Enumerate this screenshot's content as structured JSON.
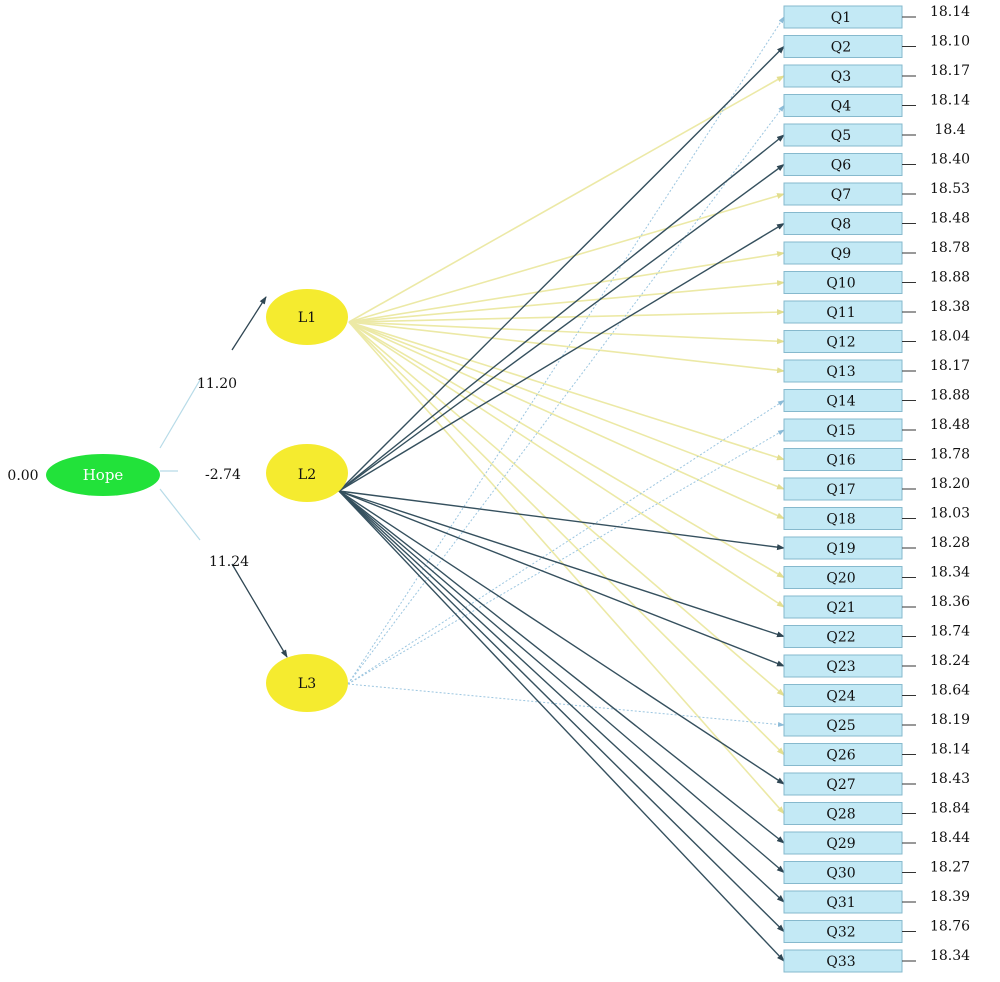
{
  "root": {
    "label": "Hope",
    "value": "0.00",
    "color": "#22e23a"
  },
  "latents": [
    {
      "id": "L1",
      "label": "L1",
      "color": "#f5eb2f"
    },
    {
      "id": "L2",
      "label": "L2",
      "color": "#f5eb2f"
    },
    {
      "id": "L3",
      "label": "L3",
      "color": "#f5eb2f"
    }
  ],
  "root_paths": [
    {
      "to": "L1",
      "coefficient": "11.20",
      "arrow": true
    },
    {
      "to": "L2",
      "coefficient": "-2.74",
      "arrow": false
    },
    {
      "to": "L3",
      "coefficient": "11.24",
      "arrow": true
    }
  ],
  "items": [
    {
      "label": "Q1",
      "value": "18.14",
      "factor": "L3"
    },
    {
      "label": "Q2",
      "value": "18.10",
      "factor": "L2"
    },
    {
      "label": "Q3",
      "value": "18.17",
      "factor": "L1"
    },
    {
      "label": "Q4",
      "value": "18.14",
      "factor": "L3"
    },
    {
      "label": "Q5",
      "value": "18.4",
      "factor": "L2"
    },
    {
      "label": "Q6",
      "value": "18.40",
      "factor": "L2"
    },
    {
      "label": "Q7",
      "value": "18.53",
      "factor": "L1"
    },
    {
      "label": "Q8",
      "value": "18.48",
      "factor": "L2"
    },
    {
      "label": "Q9",
      "value": "18.78",
      "factor": "L1"
    },
    {
      "label": "Q10",
      "value": "18.88",
      "factor": "L1"
    },
    {
      "label": "Q11",
      "value": "18.38",
      "factor": "L1"
    },
    {
      "label": "Q12",
      "value": "18.04",
      "factor": "L1"
    },
    {
      "label": "Q13",
      "value": "18.17",
      "factor": "L1"
    },
    {
      "label": "Q14",
      "value": "18.88",
      "factor": "L3"
    },
    {
      "label": "Q15",
      "value": "18.48",
      "factor": "L3"
    },
    {
      "label": "Q16",
      "value": "18.78",
      "factor": "L1"
    },
    {
      "label": "Q17",
      "value": "18.20",
      "factor": "L1"
    },
    {
      "label": "Q18",
      "value": "18.03",
      "factor": "L1"
    },
    {
      "label": "Q19",
      "value": "18.28",
      "factor": "L2"
    },
    {
      "label": "Q20",
      "value": "18.34",
      "factor": "L1"
    },
    {
      "label": "Q21",
      "value": "18.36",
      "factor": "L1"
    },
    {
      "label": "Q22",
      "value": "18.74",
      "factor": "L2"
    },
    {
      "label": "Q23",
      "value": "18.24",
      "factor": "L2"
    },
    {
      "label": "Q24",
      "value": "18.64",
      "factor": "L1"
    },
    {
      "label": "Q25",
      "value": "18.19",
      "factor": "L3"
    },
    {
      "label": "Q26",
      "value": "18.14",
      "factor": "L1"
    },
    {
      "label": "Q27",
      "value": "18.43",
      "factor": "L2"
    },
    {
      "label": "Q28",
      "value": "18.84",
      "factor": "L1"
    },
    {
      "label": "Q29",
      "value": "18.44",
      "factor": "L2"
    },
    {
      "label": "Q30",
      "value": "18.27",
      "factor": "L2"
    },
    {
      "label": "Q31",
      "value": "18.39",
      "factor": "L2"
    },
    {
      "label": "Q32",
      "value": "18.76",
      "factor": "L2"
    },
    {
      "label": "Q33",
      "value": "18.34",
      "factor": "L2"
    }
  ],
  "colors": {
    "L1_path": "#ece9a6",
    "L2_path": "#35505e",
    "L3_path": "#9cc6e0",
    "item_fill": "#c3e9f5",
    "item_border": "#86b9cd",
    "root_path": "#b7dbe8",
    "arrow_dark": "#2f4653",
    "text": "#111111",
    "node_text_on_green": "#ffffff"
  }
}
